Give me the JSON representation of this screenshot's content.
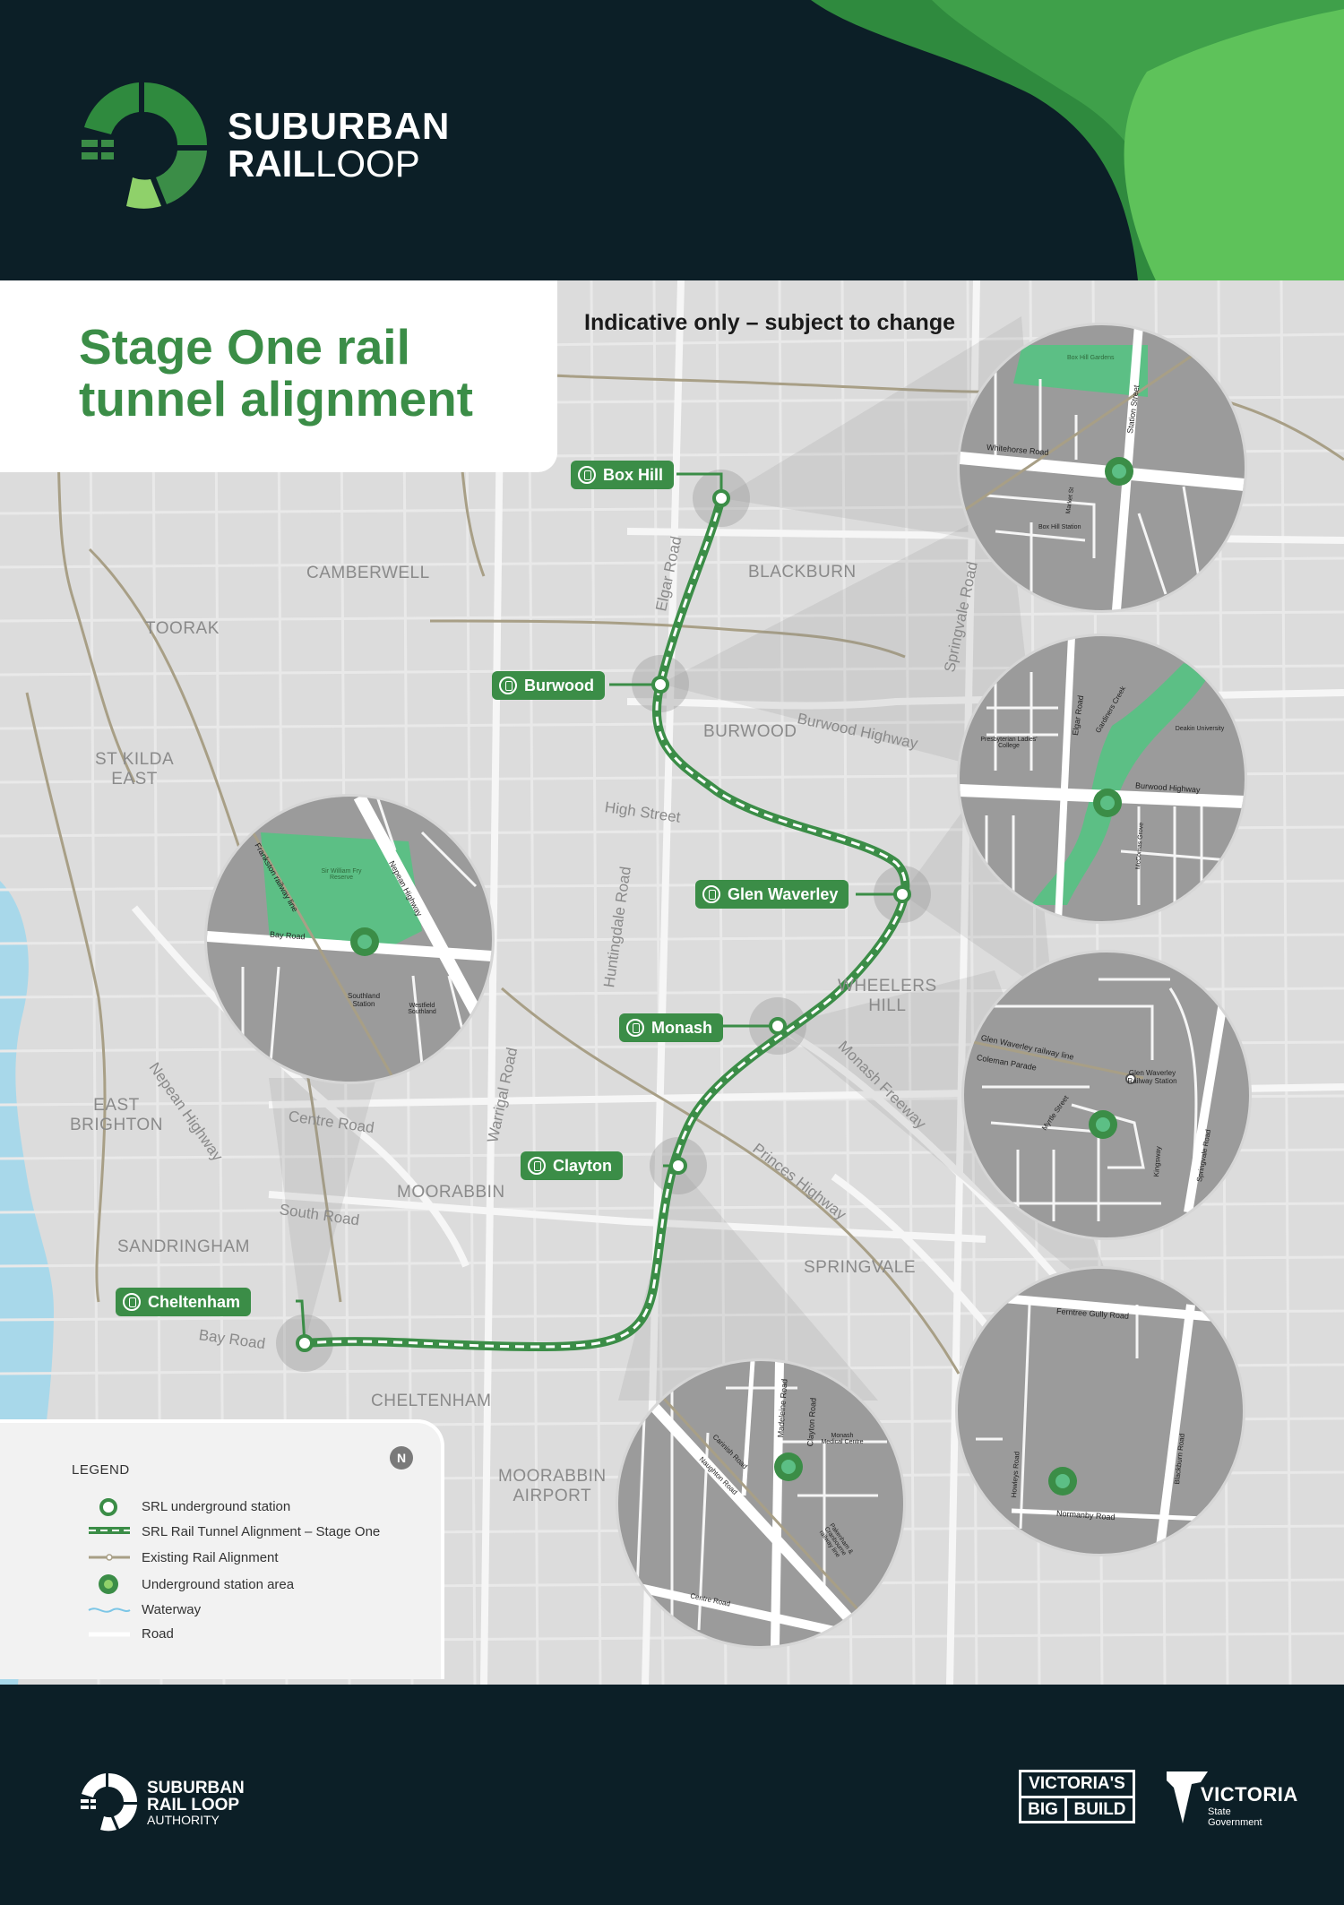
{
  "header": {
    "brand_line1": "SUBURBAN",
    "brand_line2_bold": "RAIL",
    "brand_line2_light": "LOOP"
  },
  "title": "Stage One rail tunnel alignment",
  "disclaimer": "Indicative only – subject to change",
  "stations": [
    {
      "key": "box-hill",
      "label": "Box Hill"
    },
    {
      "key": "burwood",
      "label": "Burwood"
    },
    {
      "key": "glen-waverley",
      "label": "Glen Waverley"
    },
    {
      "key": "monash",
      "label": "Monash"
    },
    {
      "key": "clayton",
      "label": "Clayton"
    },
    {
      "key": "cheltenham",
      "label": "Cheltenham"
    }
  ],
  "suburbs": [
    "CAMBERWELL",
    "BLACKBURN",
    "TOORAK",
    "BURWOOD",
    "ST KILDA\nEAST",
    "WHEELERS\nHILL",
    "EAST\nBRIGHTON",
    "MOORABBIN",
    "SANDRINGHAM",
    "SPRINGVALE",
    "CHELTENHAM",
    "MOORABBIN\nAIRPORT"
  ],
  "roads": [
    "Elgar Road",
    "Springvale Road",
    "Burwood Highway",
    "High Street",
    "Huntingdale Road",
    "Monash Freeway",
    "Nepean Highway",
    "Centre Road",
    "Warrigal Road",
    "Princes Highway",
    "South Road",
    "Bay Road"
  ],
  "insets": {
    "box_hill": [
      "Box Hill Gardens",
      "Station Street",
      "Whitehorse Road",
      "Market St",
      "Box Hill Station"
    ],
    "burwood": [
      "Elgar Road",
      "Gardiners Creek",
      "Presbyterian Ladies' College",
      "Deakin University",
      "Burwood Highway",
      "McComas Grove"
    ],
    "cheltenham": [
      "Frankston railway line",
      "Sir William Fry Reserve",
      "Nepean Highway",
      "Bay Road",
      "Southland Station",
      "Westfield Southland"
    ],
    "glen_waverley": [
      "Glen Waverley railway line",
      "Coleman Parade",
      "Glen Waverley Railway Station",
      "Myrtle Street",
      "Kingsway",
      "Springvale Road"
    ],
    "clayton": [
      "Madeleine Road",
      "Clayton Road",
      "Carinish Road",
      "Naughton Road",
      "Monash Medical Centre",
      "Pakenham & Cranbourne railway line",
      "Centre Road"
    ],
    "monash": [
      "Ferntree Gully Road",
      "Howleys Road",
      "Blackburn Road",
      "Normanby Road"
    ]
  },
  "legend": {
    "title": "LEGEND",
    "compass": "N",
    "items": [
      "SRL underground station",
      "SRL Rail Tunnel Alignment – Stage One",
      "Existing Rail Alignment",
      "Underground station area",
      "Waterway",
      "Road"
    ]
  },
  "footer": {
    "authority_line1": "SUBURBAN",
    "authority_line2": "RAIL LOOP",
    "authority_line3": "AUTHORITY",
    "vbb_line1": "VICTORIA'S",
    "vbb_line2a": "BIG",
    "vbb_line2b": "BUILD",
    "vic_name": "VICTORIA",
    "vic_sub1": "State",
    "vic_sub2": "Government"
  },
  "colors": {
    "brand_green": "#3b8d47",
    "dark_navy": "#0c1f27",
    "map_bg": "#dadada",
    "water": "#a8d8ea",
    "inset_grey": "#9a9a9a",
    "park_green": "#5cbf85"
  }
}
